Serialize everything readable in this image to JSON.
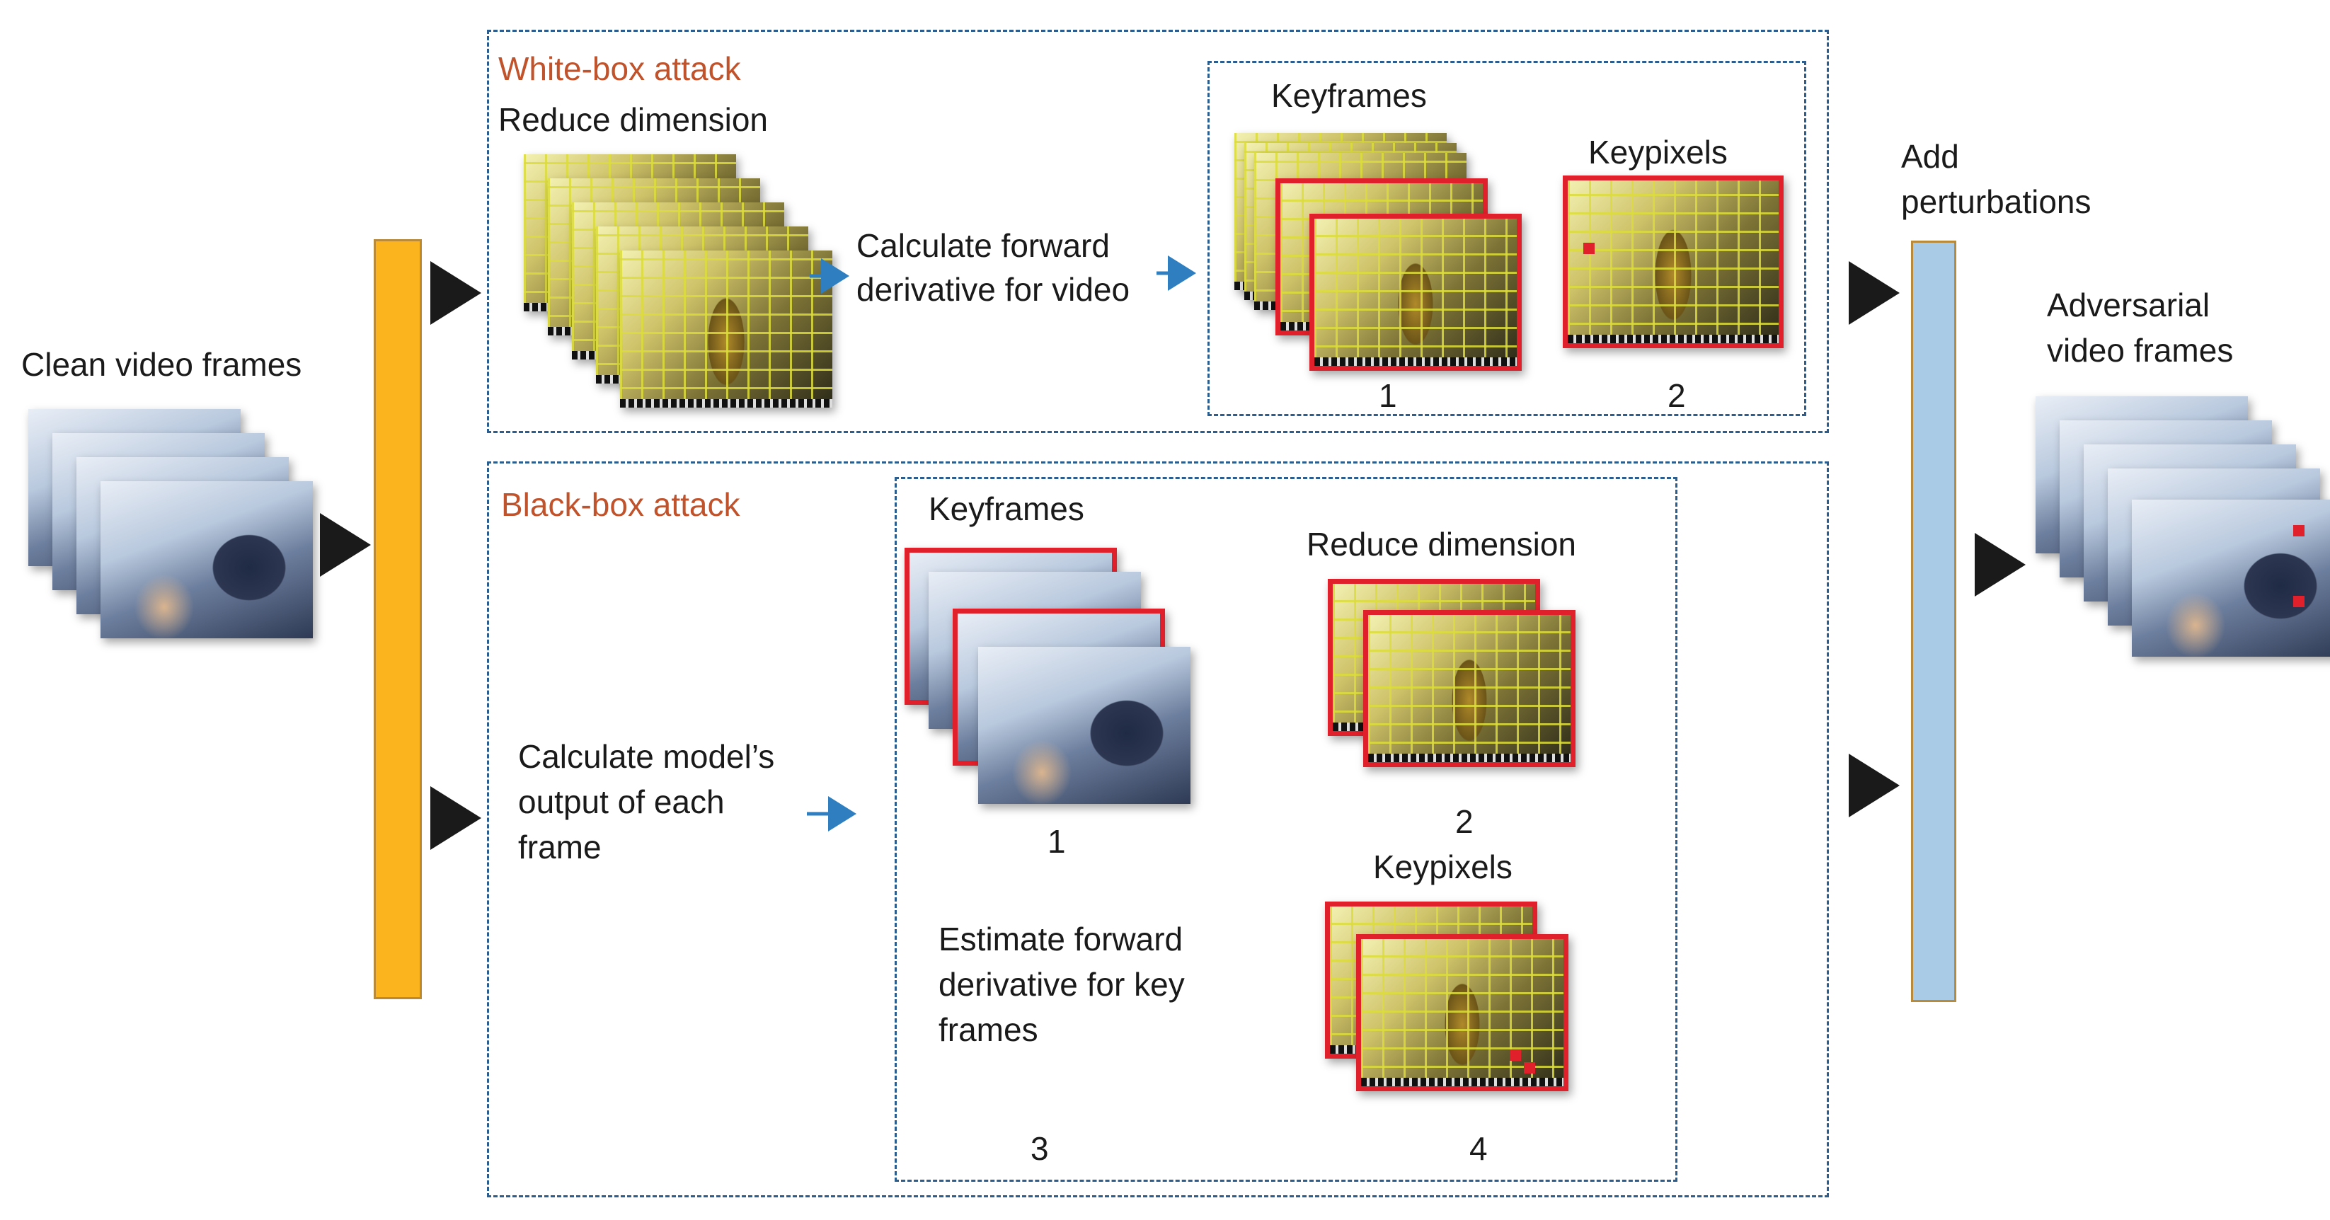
{
  "inputs": {
    "clean_label": "Clean video frames"
  },
  "white_box": {
    "title": "White-box attack",
    "reduce_label": "Reduce dimension",
    "calc_line1": "Calculate forward",
    "calc_line2": "derivative for video",
    "keyframes_label": "Keyframes",
    "keypixels_label": "Keypixels",
    "num1": "1",
    "num2": "2"
  },
  "black_box": {
    "title": "Black-box attack",
    "calc_line1": "Calculate model’s",
    "calc_line2": "output of each",
    "calc_line3": "frame",
    "keyframes_label": "Keyframes",
    "reduce_label": "Reduce dimension",
    "keypixels_label": "Keypixels",
    "est_line1": "Estimate forward",
    "est_line2": "derivative for key",
    "est_line3": "frames",
    "num1": "1",
    "num2": "2",
    "num3": "3",
    "num4": "4"
  },
  "outputs": {
    "add_line1": "Add",
    "add_line2": "perturbations",
    "adv_line1": "Adversarial",
    "adv_line2": "video frames"
  },
  "colors": {
    "accent_orange": "#fbb41e",
    "accent_blue": "#aacbe6",
    "title_orange": "#c0532b",
    "frame_red": "#e0202a",
    "box_border": "#2b5d8f"
  }
}
